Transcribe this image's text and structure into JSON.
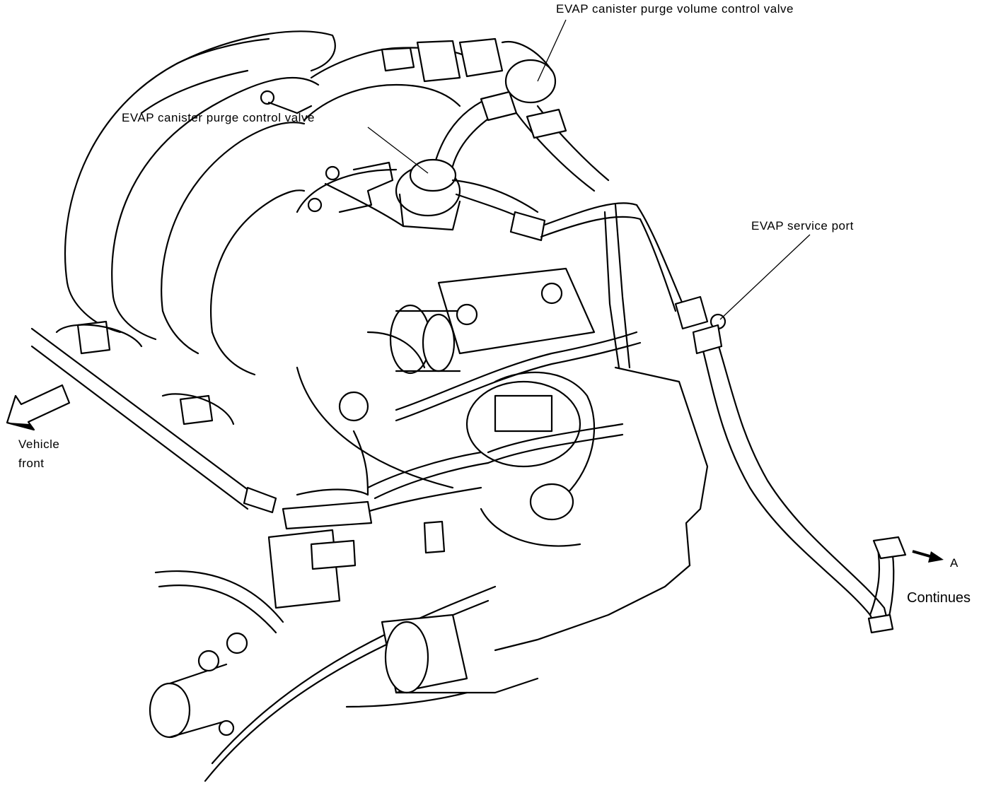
{
  "labels": {
    "purge_volume_valve": "EVAP canister purge volume control valve",
    "purge_control_valve": "EVAP canister purge control valve",
    "service_port": "EVAP service port",
    "vehicle_front_line1": "Vehicle",
    "vehicle_front_line2": "front",
    "marker_a": "A",
    "continues": "Continues"
  },
  "colors": {
    "ink": "#000000",
    "paper": "#ffffff"
  }
}
